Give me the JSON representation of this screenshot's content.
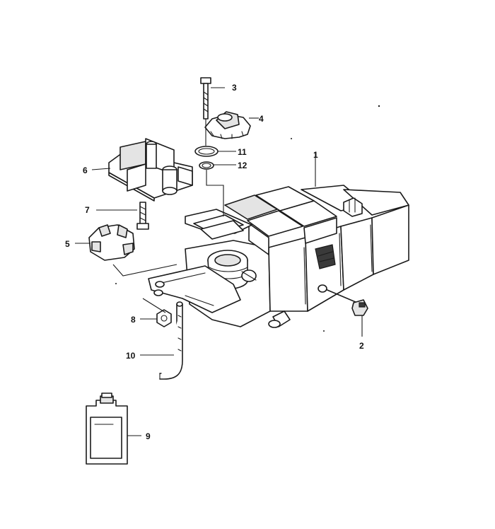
{
  "callouts": {
    "c1": "1",
    "c2": "2",
    "c3": "3",
    "c4": "4",
    "c5": "5",
    "c6": "6",
    "c7": "7",
    "c8": "8",
    "c9": "9",
    "c10": "10",
    "c11": "11",
    "c12": "12"
  },
  "colors": {
    "line": "#1a1a1a",
    "background": "#ffffff",
    "shade": "#e4e4e4"
  }
}
